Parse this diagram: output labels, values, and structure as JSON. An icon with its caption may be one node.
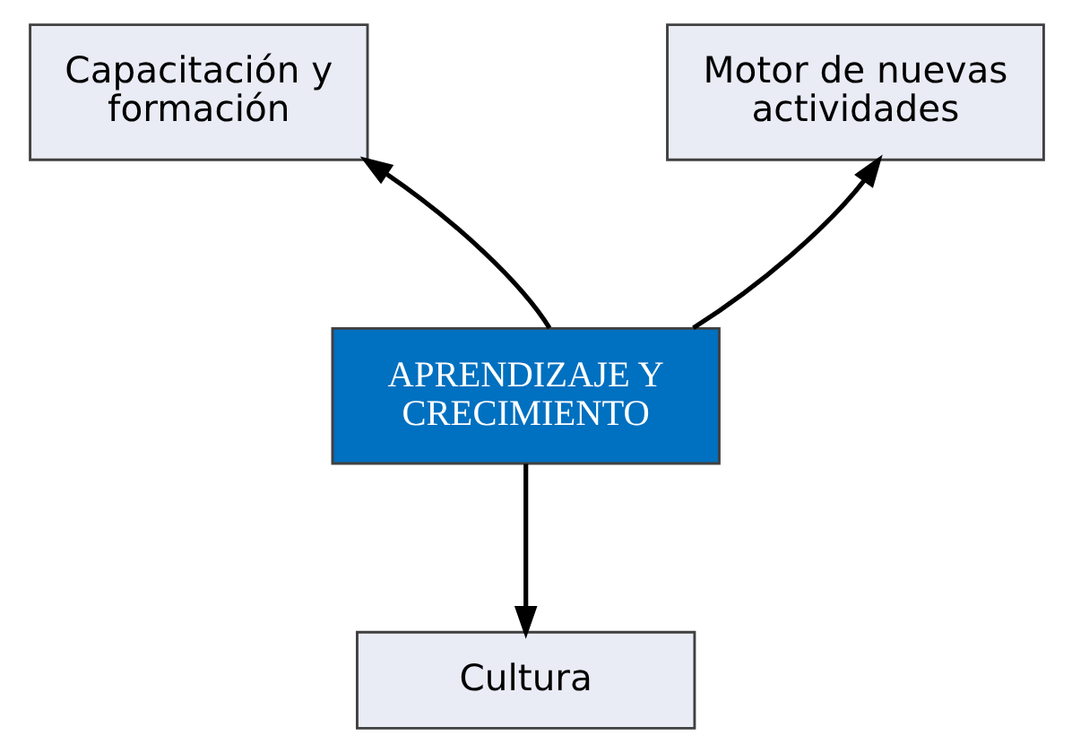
{
  "diagram": {
    "nodes": [
      {
        "text": [
          "Capacitación y formación"
        ]
      },
      {
        "text": [
          "Motor de nuevas actividades"
        ]
      },
      {
        "text": [
          "APRENDIZAJE Y CRECIMIENTO"
        ]
      },
      {
        "text": [
          "Cultura"
        ]
      }
    ],
    "edges": [
      {
        "from": 2,
        "to": 0,
        "arrow": "to"
      },
      {
        "from": 2,
        "to": 1,
        "arrow": "to"
      },
      {
        "from": 2,
        "to": 3,
        "arrow": "to"
      }
    ]
  }
}
